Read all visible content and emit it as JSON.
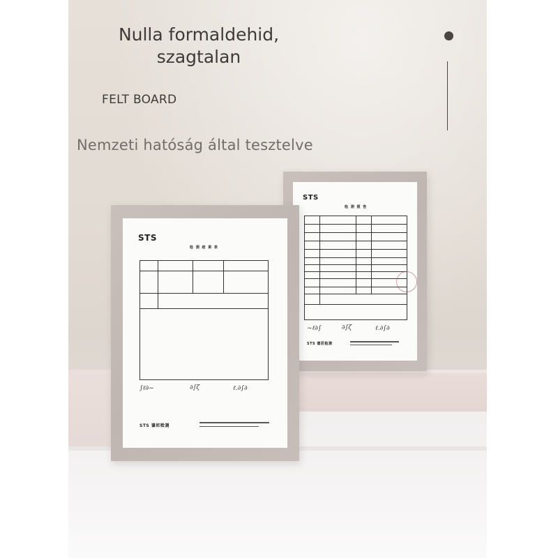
{
  "headline": "Nulla formaldehid,\nszagtalan",
  "headline_line1": "Nulla formaldehid,",
  "headline_line2": "szagtalan",
  "product_label": "FELT BOARD",
  "tagline": "Nemzeti hatóság által tesztelve",
  "front_document": {
    "logo": "STS",
    "title": "检 测 结 果 表",
    "footer_logo": "STS",
    "footer_text": "谱尼检测"
  },
  "back_document": {
    "logo": "STS",
    "title": "检 测 报 告",
    "footer_logo": "STS",
    "footer_text": "谱尼检测"
  },
  "colors": {
    "text_dark": "#3e3a37",
    "text_muted": "#726d68",
    "frame": "#c4bab6",
    "accent_dot": "#4a4543"
  }
}
